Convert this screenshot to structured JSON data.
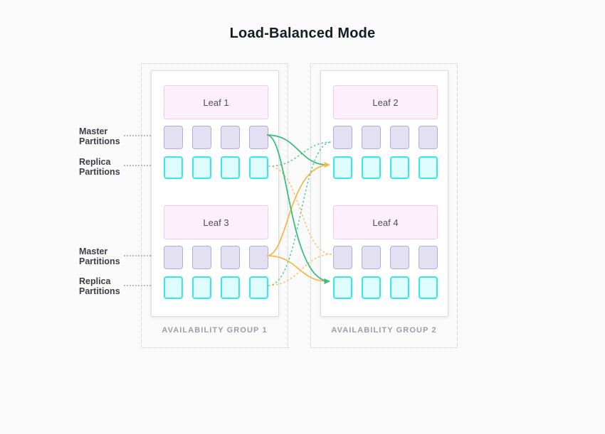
{
  "title": "Load-Balanced Mode",
  "row_labels": {
    "master": "Master Partitions",
    "replica": "Replica Partitions"
  },
  "partitions_per_row": 4,
  "groups": [
    {
      "id": "group1",
      "label": "AVAILABILITY GROUP 1",
      "leaves": [
        {
          "id": "leaf1",
          "name": "Leaf 1"
        },
        {
          "id": "leaf3",
          "name": "Leaf 3"
        }
      ]
    },
    {
      "id": "group2",
      "label": "AVAILABILITY GROUP 2",
      "leaves": [
        {
          "id": "leaf2",
          "name": "Leaf 2"
        },
        {
          "id": "leaf4",
          "name": "Leaf 4"
        }
      ]
    }
  ],
  "edges": [
    {
      "from": "leaf1.replica",
      "to": "leaf2.master",
      "color": "green",
      "style": "dotted",
      "arrow": false
    },
    {
      "from": "leaf3.replica",
      "to": "leaf2.master",
      "color": "green",
      "style": "dotted",
      "arrow": false
    },
    {
      "from": "leaf1.replica",
      "to": "leaf4.master",
      "color": "orange",
      "style": "dotted",
      "arrow": false
    },
    {
      "from": "leaf3.replica",
      "to": "leaf4.master",
      "color": "orange",
      "style": "dotted",
      "arrow": false
    },
    {
      "from": "leaf1.master",
      "to": "leaf2.replica",
      "color": "green",
      "style": "solid",
      "arrow": false
    },
    {
      "from": "leaf3.master",
      "to": "leaf2.replica",
      "color": "orange",
      "style": "solid",
      "arrow": true
    },
    {
      "from": "leaf3.master",
      "to": "leaf4.replica",
      "color": "orange",
      "style": "solid",
      "arrow": false
    },
    {
      "from": "leaf1.master",
      "to": "leaf4.replica",
      "color": "green",
      "style": "solid",
      "arrow": true
    }
  ],
  "colors": {
    "solid_green": "#3bbd80",
    "solid_orange": "#f5b84b",
    "dotted_green": "#5bcd9b",
    "dotted_orange": "#f7c35f",
    "master_fill": "#e3e1f1",
    "master_border": "#b3acd8",
    "replica_fill": "#defcfc",
    "replica_border": "#36e8e8",
    "leaf_fill": "#fdeffc",
    "leaf_border": "#f6c7ef"
  }
}
